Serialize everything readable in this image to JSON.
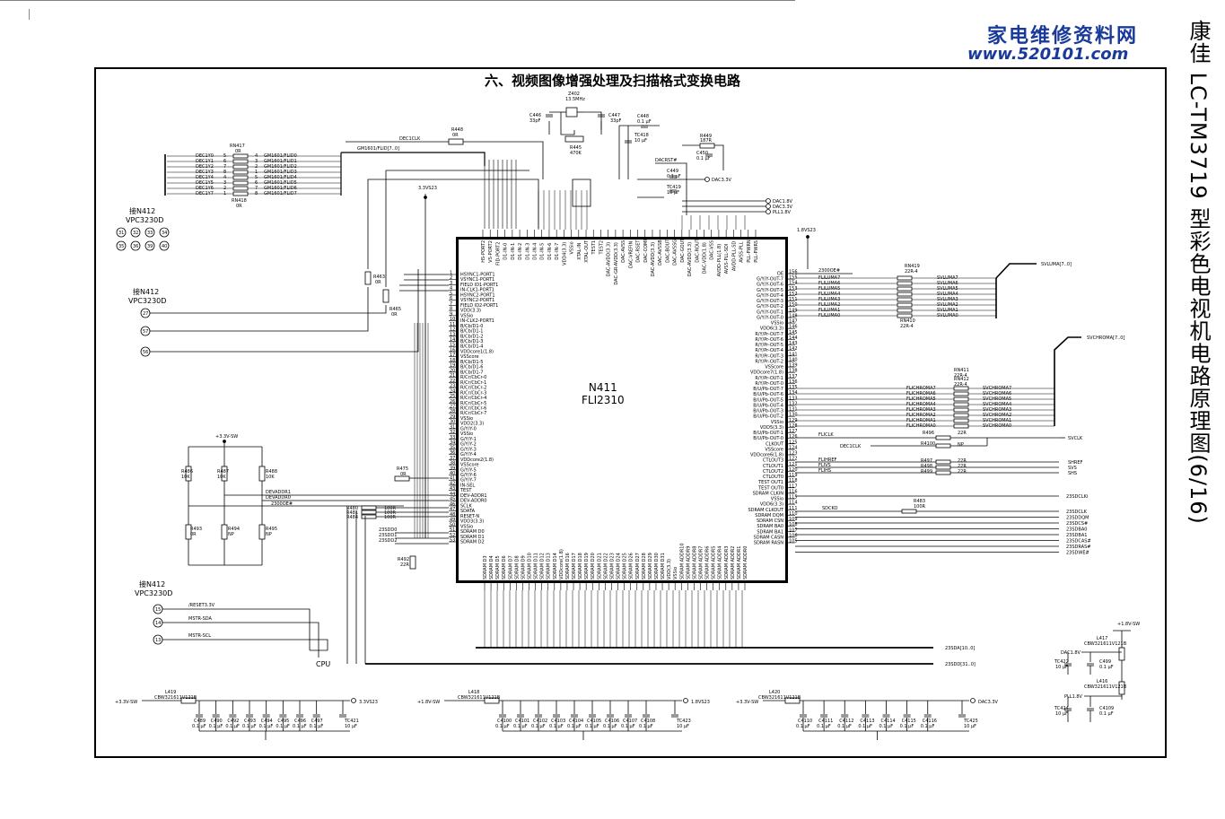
{
  "title": "六、视频图像增强处理及扫描格式变换电路",
  "watermark": {
    "cn": "家电维修资料网",
    "url": "www.520101.com"
  },
  "side_title": "康佳 LC-TM3719 型彩色电视机电路原理图(6/16)",
  "ic": {
    "ref": "N411",
    "part": "FLI2310"
  },
  "colors": {
    "wire": "#000000",
    "watermark": "#1a3a9a"
  },
  "top_components": {
    "xtal": "Z402",
    "xtal_freq": "13.5MHz",
    "c446": "C446",
    "c446_v": "33pF",
    "c447": "C447",
    "c447_v": "33pF",
    "r445": "R445",
    "r445_v": "470K",
    "c448": "C448",
    "c448_v": "0.1 μF",
    "tc418": "TC418",
    "tc418_v": "10 μF",
    "r449": "R449",
    "r449_v": "187R",
    "c450": "C450",
    "c450_v": "0.1 μF",
    "c449": "C449",
    "c449_v": "0.1 μF",
    "tc419": "TC419",
    "tc419_v": "10 μF",
    "dacrst": "DACRST#",
    "dac33": "DAC3.3V",
    "dac18": "DAC1.8V",
    "dac33b": "DAC3.3V",
    "pll18": "PLL1.8V",
    "v18s23": "1.8VS23",
    "v33s23": "3.3VS23",
    "r448": "R448",
    "r448_v": "0R",
    "dec1clk": "DEC1CLK",
    "gm_bus": "GM1601/FLID[7..0]"
  },
  "left_top": {
    "rn417": "RN417",
    "rn417_v": "0R",
    "rn418": "RN418",
    "rn418_v": "0R",
    "dec_labels": [
      "DEC1Y0",
      "DEC1Y1",
      "DEC1Y2",
      "DEC1Y3",
      "DEC1Y4",
      "DEC1Y5",
      "DEC1Y6",
      "DEC1Y7"
    ],
    "gm_labels": [
      "GM1601/FLID0",
      "GM1601/FLID1",
      "GM1601/FLID2",
      "GM1601/FLID3",
      "GM1601/FLID4",
      "GM1601/FLID5",
      "GM1601/FLID6",
      "GM1601/FLID7"
    ],
    "conn_title": "接N412",
    "conn_sub": "VPC3230D",
    "pins": [
      "31",
      "32",
      "33",
      "34",
      "35",
      "36",
      "39",
      "40"
    ]
  },
  "left_mid": {
    "conn_title": "接N412",
    "conn_sub": "VPC3230D",
    "pins": [
      "27",
      "57",
      "56"
    ],
    "r463": "R463",
    "r463_v": "0R",
    "r465": "R465",
    "r465_v": "0R"
  },
  "left_pins": [
    {
      "n": "1",
      "name": "HSYNC1-PORT1"
    },
    {
      "n": "2",
      "name": "VSYNC1-PORT1"
    },
    {
      "n": "3",
      "name": "FIELD ID1-PORT1"
    },
    {
      "n": "4",
      "name": "IN-CLK1-PORT1"
    },
    {
      "n": "5",
      "name": "HSYNC2-PORT1"
    },
    {
      "n": "6",
      "name": "VSYNC2-PORT1"
    },
    {
      "n": "7",
      "name": "FIELD ID2-PORT1"
    },
    {
      "n": "8",
      "name": "VDD(3.3)"
    },
    {
      "n": "9",
      "name": "VSSio"
    },
    {
      "n": "10",
      "name": "IN-CLK2-PORT1"
    },
    {
      "n": "11",
      "name": "B/Cb/D1-0"
    },
    {
      "n": "12",
      "name": "B/Cb/D1-1"
    },
    {
      "n": "13",
      "name": "B/Cb/D1-2"
    },
    {
      "n": "14",
      "name": "B/Cb/D1-3"
    },
    {
      "n": "15",
      "name": "B/Cb/D1-4"
    },
    {
      "n": "16",
      "name": "VDDcore1(1.8)"
    },
    {
      "n": "17",
      "name": "VSScore"
    },
    {
      "n": "18",
      "name": "B/Cb/D1-5"
    },
    {
      "n": "19",
      "name": "B/Cb/D1-6"
    },
    {
      "n": "20",
      "name": "B/Cb/D1-7"
    },
    {
      "n": "21",
      "name": "R/Cr/CbCr-0"
    },
    {
      "n": "22",
      "name": "R/Cr/CbCr-1"
    },
    {
      "n": "23",
      "name": "R/Cr/CbCr-2"
    },
    {
      "n": "24",
      "name": "R/Cr/CbCr-3"
    },
    {
      "n": "25",
      "name": "R/Cr/CbCr-4"
    },
    {
      "n": "26",
      "name": "R/Cr/CbCr-5"
    },
    {
      "n": "27",
      "name": "R/Cr/CbCr-6"
    },
    {
      "n": "28",
      "name": "R/Cr/CbCr-7"
    },
    {
      "n": "29",
      "name": "VSSio"
    },
    {
      "n": "30",
      "name": "VDD2(3.3)"
    },
    {
      "n": "31",
      "name": "G/Y/Y-0"
    },
    {
      "n": "32",
      "name": "VSSio"
    },
    {
      "n": "33",
      "name": "G/Y/Y-1"
    },
    {
      "n": "34",
      "name": "G/Y/Y-2"
    },
    {
      "n": "35",
      "name": "G/Y/Y-3"
    },
    {
      "n": "36",
      "name": "G/Y/Y-4"
    },
    {
      "n": "37",
      "name": "VDDcore2(1.8)"
    },
    {
      "n": "38",
      "name": "VSScore"
    },
    {
      "n": "39",
      "name": "G/Y/Y-5"
    },
    {
      "n": "40",
      "name": "G/Y/Y-6"
    },
    {
      "n": "41",
      "name": "G/Y/Y-7"
    },
    {
      "n": "42",
      "name": "IN-SEL"
    },
    {
      "n": "43",
      "name": "TEST"
    },
    {
      "n": "44",
      "name": "DEV-ADDR1"
    },
    {
      "n": "45",
      "name": "DEV-ADDR0"
    },
    {
      "n": "46",
      "name": "SCLK"
    },
    {
      "n": "47",
      "name": "SDATA"
    },
    {
      "n": "48",
      "name": "RESET-N"
    },
    {
      "n": "49",
      "name": "VDD3(3.3)"
    },
    {
      "n": "50",
      "name": "VSSio"
    },
    {
      "n": "51",
      "name": "SDRAM D0"
    },
    {
      "n": "52",
      "name": "SDRAM D1"
    },
    {
      "n": "53",
      "name": "SDRAM D2"
    }
  ],
  "right_pins": [
    {
      "n": "156",
      "name": "OE"
    },
    {
      "n": "155",
      "name": "G/Y/Y-OUT-7"
    },
    {
      "n": "154",
      "name": "G/Y/Y-OUT-6"
    },
    {
      "n": "153",
      "name": "G/Y/Y-OUT-5"
    },
    {
      "n": "152",
      "name": "G/Y/Y-OUT-4"
    },
    {
      "n": "151",
      "name": "G/Y/Y-OUT-3"
    },
    {
      "n": "150",
      "name": "G/Y/Y-OUT-2"
    },
    {
      "n": "149",
      "name": "G/Y/Y-OUT-1"
    },
    {
      "n": "148",
      "name": "G/Y/Y-OUT-0"
    },
    {
      "n": "147",
      "name": "VSSio"
    },
    {
      "n": "146",
      "name": "VDD6(3.3)"
    },
    {
      "n": "145",
      "name": "R/Y/Pr-OUT-7"
    },
    {
      "n": "144",
      "name": "R/Y/Pr-OUT-6"
    },
    {
      "n": "143",
      "name": "R/Y/Pr-OUT-5"
    },
    {
      "n": "142",
      "name": "R/Y/Pr-OUT-4"
    },
    {
      "n": "141",
      "name": "R/Y/Pr-OUT-3"
    },
    {
      "n": "140",
      "name": "R/Y/Pr-OUT-2"
    },
    {
      "n": "139",
      "name": "VSScore"
    },
    {
      "n": "138",
      "name": "VDDcore7(1.8)"
    },
    {
      "n": "137",
      "name": "R/Y/Pr-OUT-1"
    },
    {
      "n": "136",
      "name": "R/Y/Pr-OUT-0"
    },
    {
      "n": "135",
      "name": "B/U/Pb-OUT-7"
    },
    {
      "n": "134",
      "name": "B/U/Pb-OUT-6"
    },
    {
      "n": "133",
      "name": "B/U/Pb-OUT-5"
    },
    {
      "n": "132",
      "name": "B/U/Pb-OUT-4"
    },
    {
      "n": "131",
      "name": "B/U/Pb-OUT-3"
    },
    {
      "n": "130",
      "name": "B/U/Pb-OUT-2"
    },
    {
      "n": "129",
      "name": "VSSio"
    },
    {
      "n": "128",
      "name": "VDD5(3.3)"
    },
    {
      "n": "127",
      "name": "B/U/Pb-OUT-1"
    },
    {
      "n": "126",
      "name": "B/U/Pb-OUT-0"
    },
    {
      "n": "125",
      "name": "CLKOUT"
    },
    {
      "n": "124",
      "name": "VSScore"
    },
    {
      "n": "123",
      "name": "VDDcore6(1.8)"
    },
    {
      "n": "122",
      "name": "CTLOUT3"
    },
    {
      "n": "121",
      "name": "CTLOUT1"
    },
    {
      "n": "120",
      "name": "CTLOUT2"
    },
    {
      "n": "119",
      "name": "CTLOUT0"
    },
    {
      "n": "118",
      "name": "TEST OUT1"
    },
    {
      "n": "117",
      "name": "TEST OUT0"
    },
    {
      "n": "116",
      "name": "SDRAM CLKIN"
    },
    {
      "n": "115",
      "name": "VSSio"
    },
    {
      "n": "114",
      "name": "VDD6(3.3)"
    },
    {
      "n": "111",
      "name": "SDRAM CLKOUT"
    },
    {
      "n": "110",
      "name": "SDRAM DQM"
    },
    {
      "n": "109",
      "name": "SDRAM CSN"
    },
    {
      "n": "108",
      "name": "SDRAM BA0"
    },
    {
      "n": "107",
      "name": "SDRAM BA1"
    },
    {
      "n": "106",
      "name": "SDRAM CASN"
    },
    {
      "n": "105",
      "name": "SDRAM RASN"
    }
  ],
  "top_pins": [
    "HS-PORT2",
    "VS-PORT2",
    "FID-PORT2",
    "D1-IN-0",
    "D1-IN-1",
    "D1-IN-2",
    "D1-IN-3",
    "D1-IN-4",
    "D1-IN-5",
    "D1-IN-6",
    "D1-IN-7",
    "VDD4(3.3)",
    "VSSio",
    "XTAL-IN",
    "XTAL-OUT",
    "TEST1",
    "TEST2",
    "DAC-AVDD(3.3)",
    "DAC-GR-AVDD(3.3)",
    "DAC-AVSS",
    "DAC-VREFIN",
    "DAC-RSET",
    "DAC-COMP",
    "DAC-AVDD(3.3)",
    "DAC-AVSSB",
    "DAC-BOUT",
    "DAC-AVSSG",
    "DAC-GOUT",
    "DAC-AVDD(3.3)",
    "DAC-ROUT",
    "DAC-VDD(1.8)",
    "DAC-VSS",
    "AVDD-PLL(1.8)",
    "AVSS-PLL-SDI",
    "AVDD-PLL-SD",
    "AVSS-PLL",
    "PLL-PWRN",
    "PLL-PWRS"
  ],
  "bottom_pins": [
    "SDRAM D3",
    "SDRAM D4",
    "SDRAM D5",
    "SDRAM D6",
    "SDRAM D7",
    "SDRAM D8",
    "SDRAM D9",
    "SDRAM D10",
    "SDRAM D11",
    "SDRAM D12",
    "SDRAM D13",
    "SDRAM D14",
    "VDDcore(1.8)",
    "SDRAM D16",
    "SDRAM D17",
    "SDRAM D18",
    "SDRAM D19",
    "SDRAM D20",
    "SDRAM D21",
    "SDRAM D22",
    "SDRAM D23",
    "SDRAM D24",
    "SDRAM D25",
    "SDRAM D26",
    "SDRAM D27",
    "SDRAM D28",
    "SDRAM D29",
    "SDRAM D30",
    "SDRAM D31",
    "VDD(3.3)",
    "VSSio",
    "SDRAM ADDR10",
    "SDRAM ADDR9",
    "SDRAM ADDR8",
    "SDRAM ADDR7",
    "SDRAM ADDR6",
    "SDRAM ADDR5",
    "SDRAM ADDR4",
    "SDRAM ADDR3",
    "SDRAM ADDR2",
    "SDRAM ADDR1",
    "SDRAM ADDR0"
  ],
  "right_side": {
    "oe_net": "2300OE#",
    "rn419": "RN419",
    "rn419_v": "22R-4",
    "rn410": "RN410",
    "rn410_v": "22R-4",
    "fliluma": [
      "FLILUMA7",
      "FLILUMA6",
      "FLILUMA5",
      "FLILUMA4",
      "FLILUMA3",
      "FLILUMA2",
      "FLILUMA1",
      "FLILUMA0"
    ],
    "svluma": [
      "SVLUMA7",
      "SVLUMA6",
      "SVLUMA5",
      "SVLUMA4",
      "SVLUMA3",
      "SVLUMA2",
      "SVLUMA1",
      "SVLUMA0"
    ],
    "svluma_bus": "SVLUMA[7..0]",
    "rn411": "RN411",
    "rn411_v": "22R-4",
    "rn412": "RN412",
    "rn412_v": "22R-4",
    "flichroma": [
      "FLICHROMA7",
      "FLICHROMA6",
      "FLICHROMA5",
      "FLICHROMA4",
      "FLICHROMA3",
      "FLICHROMA2",
      "FLICHROMA1",
      "FLICHROMA0"
    ],
    "svchroma": [
      "SVCHROMA7",
      "SVCHROMA6",
      "SVCHROMA5",
      "SVCHROMA4",
      "SVCHROMA3",
      "SVCHROMA2",
      "SVCHROMA1",
      "SVCHROMA0"
    ],
    "svchroma_bus": "SVCHROMA[7..0]",
    "fliclk": "FLICLK",
    "r496": "R496",
    "r496_v": "22R",
    "svclk": "SVCLK",
    "dec1clk": "DEC1CLK",
    "r4100": "R4100",
    "r4100_v": "NP",
    "flihref": "FLIHREF",
    "flivs": "FLIVS",
    "flihs": "FLIHS",
    "r497": "R497",
    "r498": "R498",
    "r499": "R499",
    "r49x_v": "22R",
    "shref": "SHREF",
    "svs": "SVS",
    "shs": "SHS",
    "sdcko": "SDCKO",
    "r483": "R483",
    "r483_v": "100R",
    "sdclki": "23SDCLKi",
    "sd_nets": [
      "23SDCLK",
      "23SDDQM",
      "23SDCS#",
      "23SDBA0",
      "23SDBA1",
      "23SDCAS#",
      "23SDRAS#",
      "23SDWE#"
    ]
  },
  "left_bottom": {
    "v33sw": "+3.3V-SW",
    "r486": "R486",
    "r486_v": "10K",
    "r487": "R487",
    "r487_v": "10K",
    "r488": "R488",
    "r488_v": "10K",
    "r493": "R493",
    "r493_v": "0R",
    "r494": "R494",
    "r494_v": "NP",
    "r495": "R495",
    "r495_v": "NP",
    "devaddr1": "DEVADDR1",
    "devaddr0": "DEVADDR0",
    "oe": "2300OE#",
    "r475": "R475",
    "r475_v": "0R",
    "r480": "R480",
    "r481": "R481",
    "r484": "R484",
    "r48x_v": "100R",
    "r492": "R492",
    "r492_v": "22R",
    "sdd": [
      "23SDD0",
      "23SDD1",
      "23SDD2"
    ],
    "conn_title": "接N412",
    "conn_sub": "VPC3230D",
    "pins": [
      "15",
      "14",
      "13"
    ],
    "sig": [
      "/RESET3.3V",
      "MSTR-SDA",
      "MSTR-SCL"
    ],
    "cpu": "CPU",
    "sda_bus": "23SDA[10..0]",
    "sdd_bus": "23SDD[31..0]"
  },
  "bottom_rows": [
    {
      "l": "L419",
      "lv": "CBW321611V121B",
      "in": "+3.3V-SW",
      "out": "3.3VS23",
      "caps": [
        "C489",
        "C490",
        "C492",
        "C493",
        "C494",
        "C495",
        "C496",
        "C497"
      ],
      "cv": "0.1 μF",
      "tc": "TC421",
      "tcv": "10 μF"
    },
    {
      "l": "L418",
      "lv": "CBW321611V121B",
      "in": "+1.8V-SW",
      "out": "1.8VS23",
      "caps": [
        "C4100",
        "C4101",
        "C4102",
        "C4103",
        "C4104",
        "C4105",
        "C4106",
        "C4107",
        "C4108"
      ],
      "cv": "0.1 μF",
      "tc": "TC423",
      "tcv": "10 μF"
    },
    {
      "l": "L420",
      "lv": "CBW321611V121B",
      "in": "+3.3V-SW",
      "out": "DAC3.3V",
      "caps": [
        "C4110",
        "C4111",
        "C4112",
        "C4113",
        "C4114",
        "C4115",
        "C4116"
      ],
      "cv": "0.1 μF",
      "tc": "TC425",
      "tcv": "10 μF"
    }
  ],
  "right_bottom": {
    "v18sw": "+1.8V-SW",
    "l417": "L417",
    "l417_v": "CBW321611V121B",
    "l416": "L416",
    "l416_v": "CBW321611V121B",
    "dac18": "DAC1.8V",
    "pll18": "PLL1.8V",
    "tc422": "TC422",
    "tc422_v": "10 μF",
    "c499": "C499",
    "c499_v": "0.1 μF",
    "tc424": "TC424",
    "tc424_v": "10 μF",
    "c4109": "C4109",
    "c4109_v": "0.1 μF"
  }
}
